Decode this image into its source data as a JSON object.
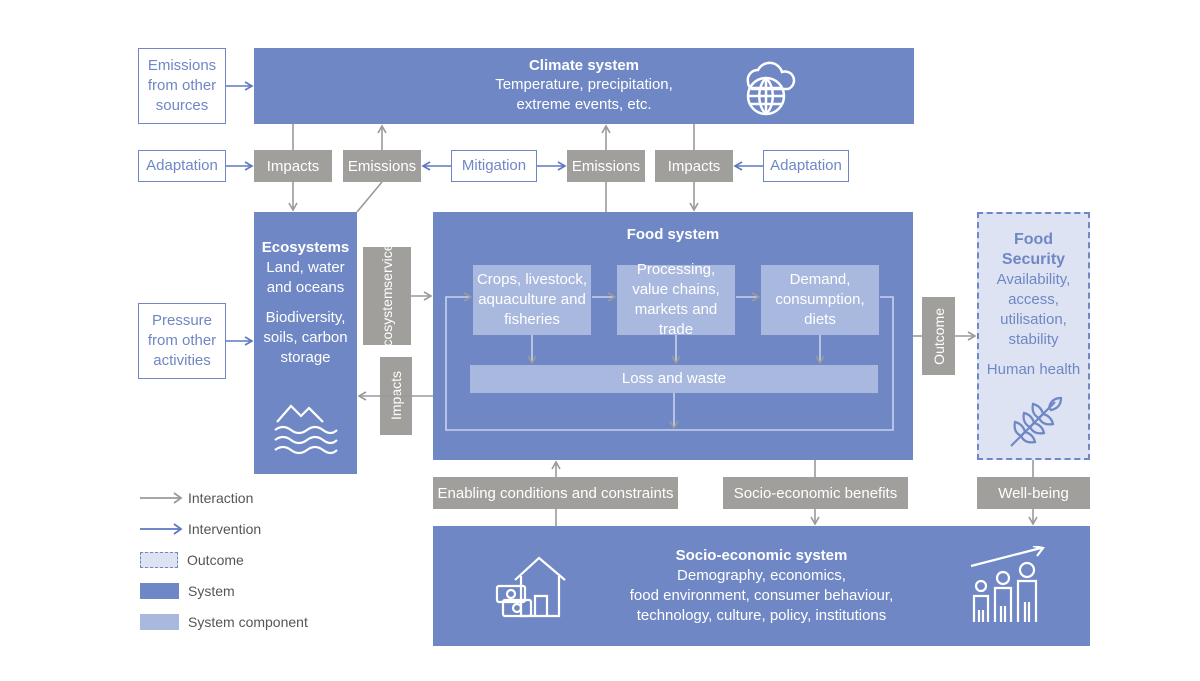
{
  "colors": {
    "system": "#6f87c4",
    "component": "#a9b8de",
    "grey": "#a19f9c",
    "interaction": "#9a9a9a",
    "intervention": "#5f78bf"
  },
  "climate": {
    "title": "Climate system",
    "line1": "Temperature, precipitation,",
    "line2": "extreme events, etc.",
    "icon": "globe-cloud-icon"
  },
  "emissions_other": [
    "Emissions",
    "from other",
    "sources"
  ],
  "row2": {
    "adaptation_left": "Adaptation",
    "impacts_left": "Impacts",
    "emissions_left": "Emissions",
    "mitigation": "Mitigation",
    "emissions_right": "Emissions",
    "impacts_right": "Impacts",
    "adaptation_right": "Adaptation"
  },
  "pressure": [
    "Pressure",
    "from other",
    "activities"
  ],
  "ecosystems": {
    "title": "Ecosystems",
    "line1": "Land, water",
    "line2": "and oceans",
    "line3": "Biodiversity,",
    "line4": "soils, carbon",
    "line5": "storage",
    "icon": "mountain-water-icon"
  },
  "ecosystem_services": [
    "Ecosystem",
    "services"
  ],
  "impacts_vertical": "Impacts",
  "food_system": {
    "title": "Food system",
    "crops": [
      "Crops, livestock,",
      "aquaculture and",
      "fisheries"
    ],
    "processing": [
      "Processing,",
      "value chains,",
      "markets and trade"
    ],
    "demand": [
      "Demand,",
      "consumption,",
      "diets"
    ],
    "loss": "Loss and waste"
  },
  "outcome_vertical": "Outcome",
  "food_security": {
    "title1": "Food",
    "title2": "Security",
    "lines": [
      "Availability,",
      "access,",
      "utilisation,",
      "stability"
    ],
    "health": "Human health",
    "icon": "wheat-icon"
  },
  "bottom_links": {
    "enabling": "Enabling conditions and constraints",
    "socio_benefits": "Socio-economic benefits",
    "wellbeing": "Well-being"
  },
  "socio": {
    "title": "Socio-economic system",
    "lines": [
      "Demography, economics,",
      "food environment, consumer behaviour,",
      "technology, culture, policy, institutions"
    ],
    "icon_left": "house-money-icon",
    "icon_right": "people-growth-icon"
  },
  "legend": {
    "interaction": "Interaction",
    "intervention": "Intervention",
    "outcome": "Outcome",
    "system": "System",
    "component": "System component"
  }
}
